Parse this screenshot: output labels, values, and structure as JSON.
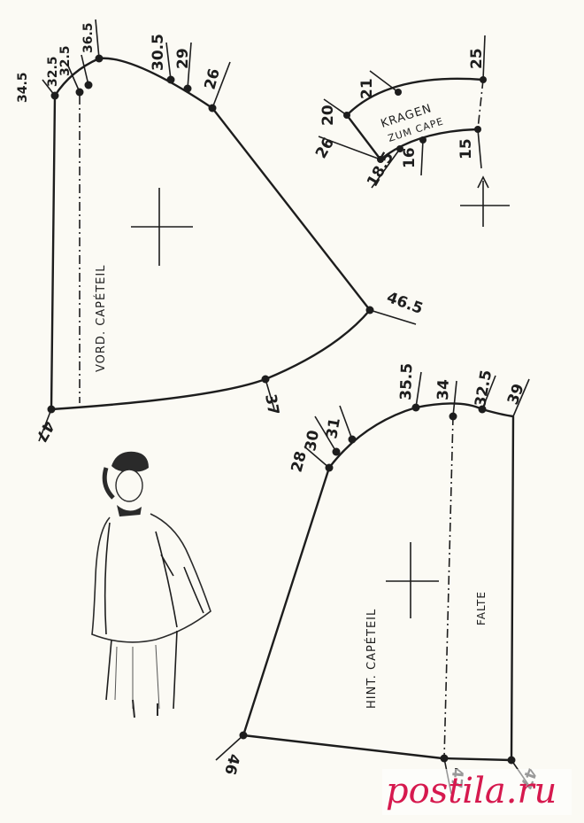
{
  "front_piece": {
    "label": "VORD. CAPÉTEIL",
    "measures": [
      "34.5",
      "32.5",
      "32.5",
      "36.5",
      "30.5",
      "29",
      "26",
      "46.5",
      "37",
      "47"
    ]
  },
  "back_piece": {
    "label": "HINT. CAPÉTEIL",
    "fold_label": "FALTE",
    "measures": [
      "28",
      "30",
      "31",
      "35.5",
      "34",
      "32.5",
      "39",
      "46",
      "47",
      "47"
    ]
  },
  "collar": {
    "title_line1": "KRAGEN",
    "title_line2": "ZUM CAPE",
    "measures": [
      "21",
      "25",
      "20",
      "26",
      "16",
      "15",
      "18.5"
    ]
  },
  "watermark": "postila.ru",
  "colors": {
    "ink": "#1d1d1d",
    "paper": "#fbfaf4",
    "watermark": "#d6194e"
  }
}
